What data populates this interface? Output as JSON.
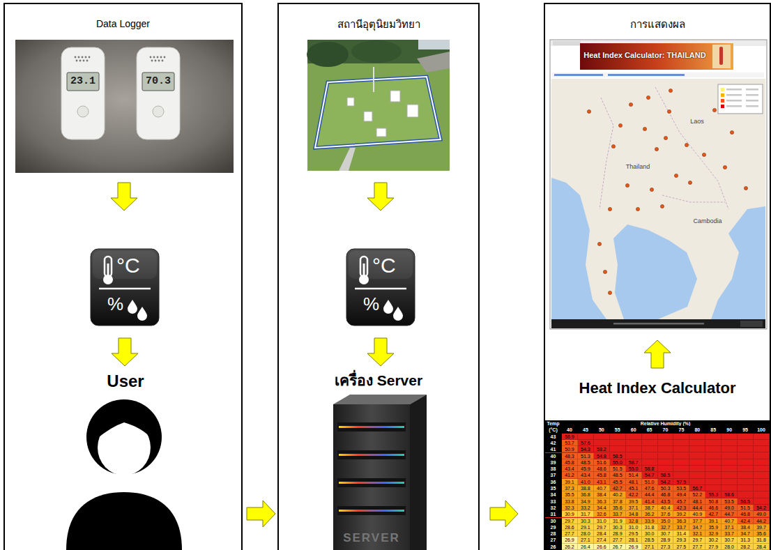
{
  "diagram": {
    "nodes": [
      {
        "text": [
          "Data Logger"
        ]
      },
      {
        "text": [
          "°C",
          "%"
        ],
        "in": 0
      },
      {
        "text": [
          "User"
        ],
        "in": 0
      },
      {
        "text": [
          "สถานีอุตุนิยมวิทยา"
        ]
      },
      {
        "text": [
          "°C",
          "%"
        ],
        "in": 3
      },
      {
        "text": [
          "เครื่อง Server"
        ],
        "in": 3
      },
      {
        "text": [
          "การแสดงผล"
        ]
      },
      {
        "text": [
          "Heat Index Calculator: THAILAND"
        ],
        "in": 6
      },
      {
        "text": [
          "Heat Index Calculator"
        ],
        "in": 6
      }
    ],
    "edges": [
      {
        "from": 0,
        "to": 3,
        "arrow": "to"
      },
      {
        "from": 3,
        "to": 6,
        "arrow": "to"
      },
      {
        "from": 1,
        "to": 2,
        "arrow": "to"
      },
      {
        "from": 4,
        "to": 5,
        "arrow": "to"
      },
      {
        "from": 8,
        "to": 7,
        "arrow": "to"
      }
    ],
    "labels": [
      "23.1",
      "70.3",
      "SERVER",
      "Laos",
      "Thailand",
      "Cambodia",
      "Temp (°C)",
      "Relative Humidity (%)",
      "40",
      "45",
      "50",
      "55",
      "60",
      "65",
      "70",
      "75",
      "80",
      "85",
      "90",
      "95",
      "100",
      "43",
      "56.9",
      "42",
      "53.7",
      "57.6",
      "41",
      "50.9",
      "54.3",
      "58.2",
      "40",
      "48.3",
      "51.3",
      "54.8",
      "58.5",
      "39",
      "45.8",
      "48.5",
      "51.6",
      "55.0",
      "58.7",
      "38",
      "43.4",
      "45.9",
      "48.6",
      "51.5",
      "55.0",
      "58.8",
      "37",
      "41.2",
      "43.4",
      "45.8",
      "48.5",
      "51.4",
      "54.7",
      "58.5",
      "36",
      "39.1",
      "41.0",
      "43.1",
      "45.5",
      "48.1",
      "51.0",
      "54.2",
      "57.5",
      "35",
      "37.3",
      "38.8",
      "40.7",
      "42.7",
      "45.1",
      "47.6",
      "50.3",
      "53.5",
      "56.7",
      "34",
      "35.5",
      "36.8",
      "38.4",
      "40.2",
      "42.2",
      "44.4",
      "46.8",
      "49.4",
      "52.2",
      "55.3",
      "58.6",
      "33",
      "33.8",
      "34.9",
      "36.3",
      "37.8",
      "39.5",
      "41.4",
      "43.5",
      "45.7",
      "48.1",
      "50.8",
      "53.5",
      "56.5",
      "32",
      "32.3",
      "33.2",
      "34.4",
      "35.6",
      "37.1",
      "38.7",
      "40.4",
      "42.3",
      "44.4",
      "46.6",
      "49.0",
      "51.5",
      "54.2",
      "31",
      "30.9",
      "31.7",
      "32.6",
      "33.7",
      "34.8",
      "36.2",
      "37.6",
      "39.2",
      "40.9",
      "42.7",
      "44.7",
      "46.8",
      "49.0",
      "30",
      "29.7",
      "30.3",
      "31.0",
      "31.9",
      "32.8",
      "33.9",
      "35.0",
      "36.3",
      "37.7",
      "39.1",
      "40.7",
      "42.4",
      "44.2",
      "29",
      "28.6",
      "29.1",
      "29.7",
      "30.3",
      "31.0",
      "31.8",
      "32.7",
      "33.7",
      "34.7",
      "35.9",
      "37.1",
      "38.4",
      "39.7",
      "28",
      "27.7",
      "28.0",
      "28.4",
      "28.9",
      "29.5",
      "30.0",
      "30.7",
      "31.4",
      "32.1",
      "32.9",
      "33.7",
      "34.7",
      "35.6",
      "27",
      "26.9",
      "27.1",
      "27.4",
      "27.7",
      "28.1",
      "28.5",
      "28.9",
      "29.3",
      "29.7",
      "30.2",
      "30.7",
      "31.3",
      "31.8",
      "26",
      "26.2",
      "26.4",
      "26.6",
      "26.7",
      "26.9",
      "27.1",
      "27.3",
      "27.5",
      "27.7",
      "27.9",
      "28.0",
      "28.2",
      "28.4"
    ]
  }
}
